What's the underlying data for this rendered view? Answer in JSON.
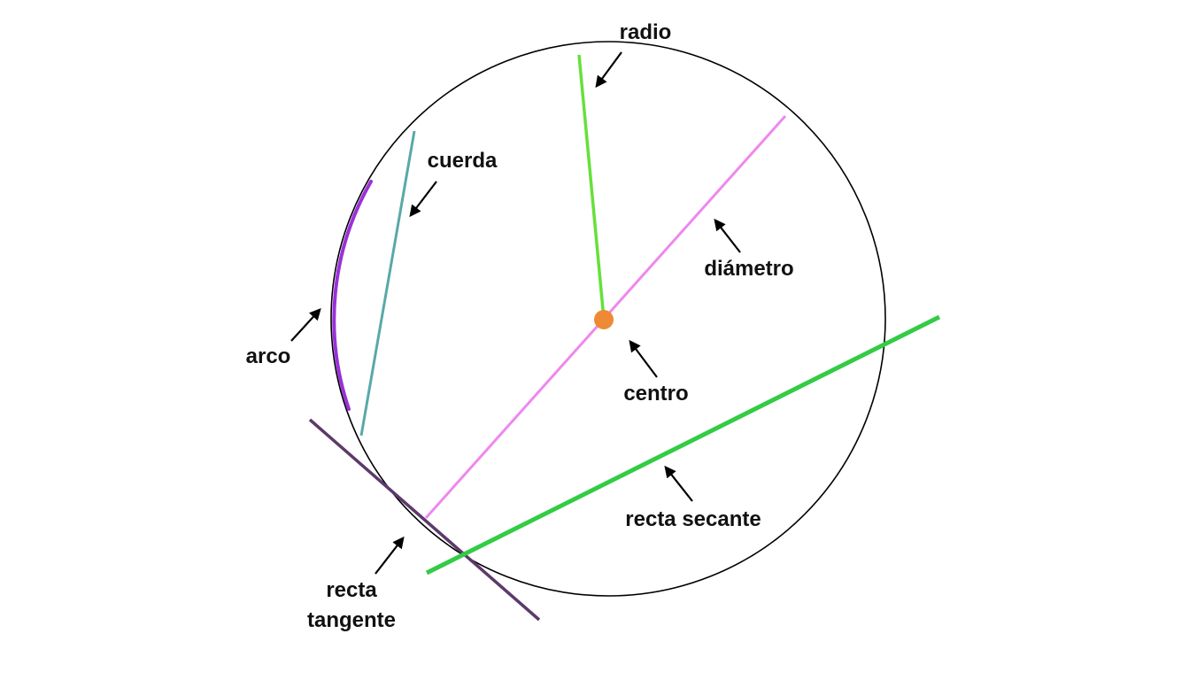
{
  "labels": {
    "radio": "radio",
    "cuerda": "cuerda",
    "diametro": "diámetro",
    "arco": "arco",
    "centro": "centro",
    "recta_secante": "recta secante",
    "recta_tangente_line1": "recta",
    "recta_tangente_line2": "tangente"
  },
  "colors": {
    "circle": "#000000",
    "radius": "#66e03a",
    "chord": "#5aa8a8",
    "diameter": "#ee88ee",
    "arc": "#9b30d9",
    "center": "#ee8a35",
    "secant": "#33cc44",
    "tangent": "#5c3a6a",
    "arrow": "#000000",
    "text": "#111111"
  }
}
